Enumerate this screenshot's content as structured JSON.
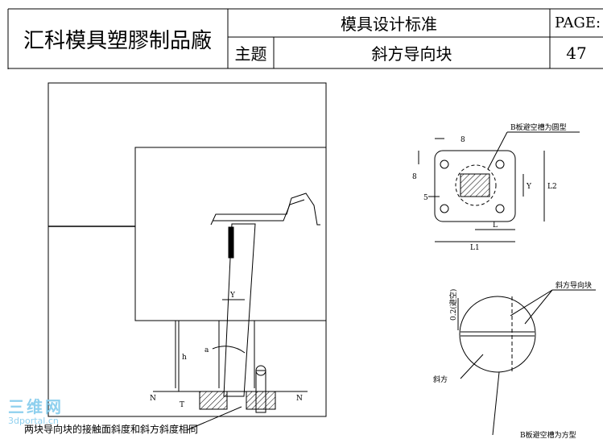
{
  "header": {
    "company": "汇科模具塑膠制品廠",
    "standard_title": "模具设计标准",
    "subject_label": "主题",
    "subject": "斜方导向块",
    "page_label": "PAGE:",
    "page_number": "47"
  },
  "section_view": {
    "labels": {
      "y": "Y",
      "a": "a",
      "h": "h",
      "n_left": "N",
      "n_right": "N",
      "t": "T"
    },
    "note": "两块导向块的接触面斜度和斜方斜度相同"
  },
  "plan_view": {
    "labels": {
      "top_dim": "8",
      "left_dim": "8",
      "side_dim": "5",
      "y": "Y",
      "l2": "L2",
      "l": "L",
      "l1": "L1",
      "callout": "B板避空槽为圆型"
    }
  },
  "detail_view": {
    "labels": {
      "clearance": "0.2(避空)",
      "guide_block": "斜方导向块",
      "slider": "斜方",
      "bottom_callout": "B板避空槽为方型"
    }
  },
  "watermark": {
    "main": "三维网",
    "sub": "3dportal.cn"
  }
}
